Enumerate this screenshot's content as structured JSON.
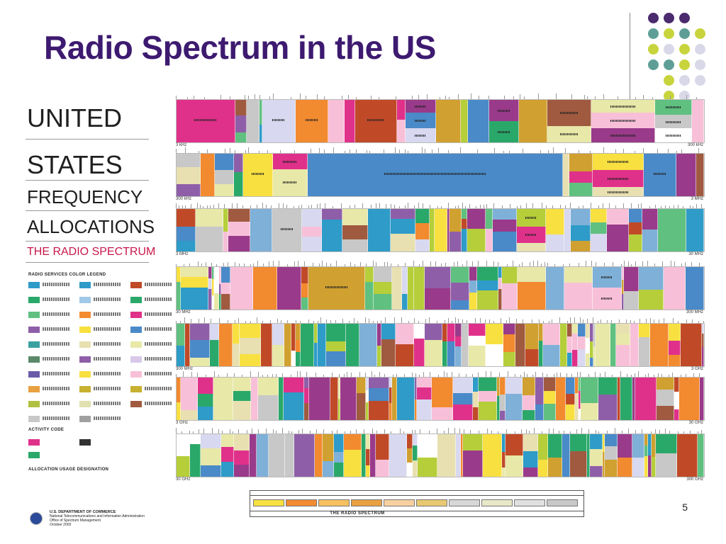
{
  "slide": {
    "title": "Radio Spectrum in the US",
    "number": "5"
  },
  "chart_header": {
    "line1": "UNITED",
    "line2": "STATES",
    "line3": "FREQUENCY",
    "line4": "ALLOCATIONS",
    "line5": "THE RADIO SPECTRUM"
  },
  "legend": {
    "title": "RADIO SERVICES COLOR LEGEND",
    "activity_code_title": "ACTIVITY CODE",
    "allocation_usage_title": "ALLOCATION USAGE DESIGNATION"
  },
  "bands": [
    {
      "start_label": "3 kHz",
      "end_label": "300 kHz"
    },
    {
      "start_label": "300 kHz",
      "end_label": "3 MHz"
    },
    {
      "start_label": "3 MHz",
      "end_label": "30 MHz"
    },
    {
      "start_label": "30 MHz",
      "end_label": "300 MHz"
    },
    {
      "start_label": "300 MHz",
      "end_label": "3 GHz"
    },
    {
      "start_label": "3 GHz",
      "end_label": "30 GHz"
    },
    {
      "start_label": "30 GHz",
      "end_label": "300 GHz"
    }
  ],
  "footer": {
    "scale_title": "THE RADIO SPECTRUM",
    "dept_line1": "U.S. DEPARTMENT OF COMMERCE",
    "dept_line2": "National Telecommunications and Information Administration",
    "dept_line3": "Office of Spectrum Management",
    "dept_line4": "October 2003"
  },
  "palette": [
    "#e0318a",
    "#c8c8c8",
    "#2e9bc8",
    "#b5ce3a",
    "#8e5fa8",
    "#d8d8f0",
    "#e8e0b0",
    "#f28a30",
    "#c04a28",
    "#e8e8a8",
    "#2aa86a",
    "#f8e040",
    "#4a8ac8",
    "#a05a40",
    "#7fb0d8",
    "#f8c0d8",
    "#60c080",
    "#d0a030",
    "#9a3a8a",
    "#ffffff"
  ],
  "decor_dots": [
    "#4b2a6e",
    "#4b2a6e",
    "#4b2a6e",
    "#5f9e96",
    "#c8d43c",
    "#5f9e96",
    "#c8d43c",
    "#c8d43c",
    "#d8d8e8",
    "#c8d43c"
  ]
}
